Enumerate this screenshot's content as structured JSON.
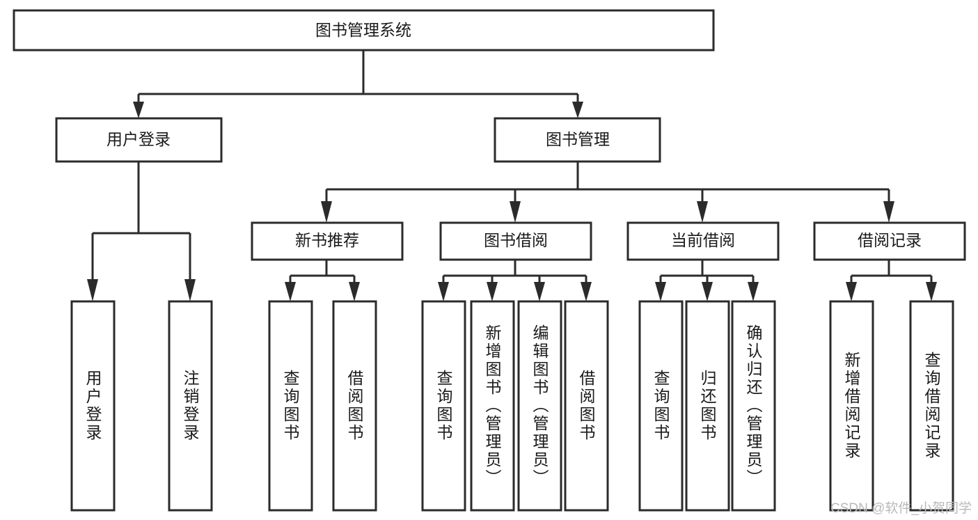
{
  "diagram": {
    "title": "图书管理系统",
    "type": "tree-hierarchy",
    "root": {
      "id": "root",
      "label": "图书管理系统"
    },
    "level2": [
      {
        "id": "user-login",
        "label": "用户登录"
      },
      {
        "id": "book-manage",
        "label": "图书管理"
      }
    ],
    "level3": [
      {
        "id": "new-book-rec",
        "label": "新书推荐",
        "parent": "book-manage"
      },
      {
        "id": "book-borrow",
        "label": "图书借阅",
        "parent": "book-manage"
      },
      {
        "id": "current-borrow",
        "label": "当前借阅",
        "parent": "book-manage"
      },
      {
        "id": "borrow-record",
        "label": "借阅记录",
        "parent": "book-manage"
      }
    ],
    "leaves": [
      {
        "id": "leaf-user-login",
        "label": "用户登录",
        "parent": "user-login"
      },
      {
        "id": "leaf-logout",
        "label": "注销登录",
        "parent": "user-login"
      },
      {
        "id": "leaf-query-book-1",
        "label": "查询图书",
        "parent": "new-book-rec"
      },
      {
        "id": "leaf-borrow-book-1",
        "label": "借阅图书",
        "parent": "new-book-rec"
      },
      {
        "id": "leaf-query-book-2",
        "label": "查询图书",
        "parent": "book-borrow"
      },
      {
        "id": "leaf-add-book",
        "label": "新增图书（管理员）",
        "parent": "book-borrow"
      },
      {
        "id": "leaf-edit-book",
        "label": "编辑图书（管理员）",
        "parent": "book-borrow"
      },
      {
        "id": "leaf-borrow-book-2",
        "label": "借阅图书",
        "parent": "book-borrow"
      },
      {
        "id": "leaf-query-book-3",
        "label": "查询图书",
        "parent": "current-borrow"
      },
      {
        "id": "leaf-return-book",
        "label": "归还图书",
        "parent": "current-borrow"
      },
      {
        "id": "leaf-confirm-return",
        "label": "确认归还（管理员）",
        "parent": "current-borrow"
      },
      {
        "id": "leaf-add-record",
        "label": "新增借阅记录",
        "parent": "borrow-record"
      },
      {
        "id": "leaf-query-record",
        "label": "查询借阅记录",
        "parent": "borrow-record"
      }
    ],
    "watermark": "CSDN @软件_小贺同学",
    "colors": {
      "stroke": "#2b2b2b",
      "fill": "#ffffff",
      "text": "#1a1a1a",
      "watermark": "#b9b9b9",
      "background": "#ffffff"
    }
  }
}
